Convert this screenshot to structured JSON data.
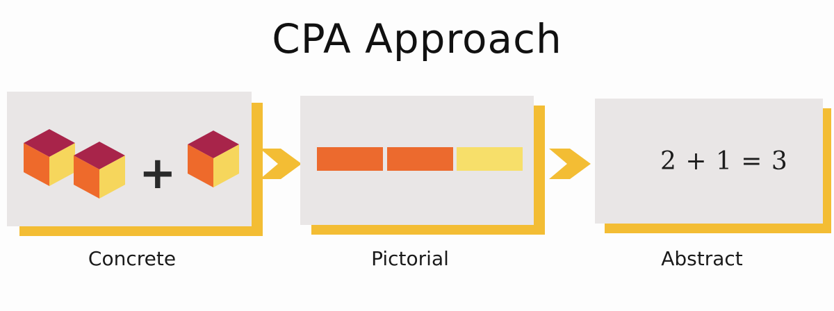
{
  "title": "CPA Approach",
  "stages": [
    {
      "label": "Concrete"
    },
    {
      "label": "Pictorial"
    },
    {
      "label": "Abstract"
    }
  ],
  "concrete": {
    "plus_sign": "+"
  },
  "abstract": {
    "equation": "2 + 1 = 3"
  },
  "colors": {
    "accent_yellow": "#f3bd34",
    "panel_gray": "#e9e6e6",
    "cube_top": "#a8244a",
    "cube_left": "#ee6a2b",
    "cube_right": "#f6d65c",
    "bar_orange": "#ec6a2e",
    "bar_yellow": "#f7df6a"
  },
  "icons": [
    "cube-icon",
    "chevron-right-icon"
  ]
}
